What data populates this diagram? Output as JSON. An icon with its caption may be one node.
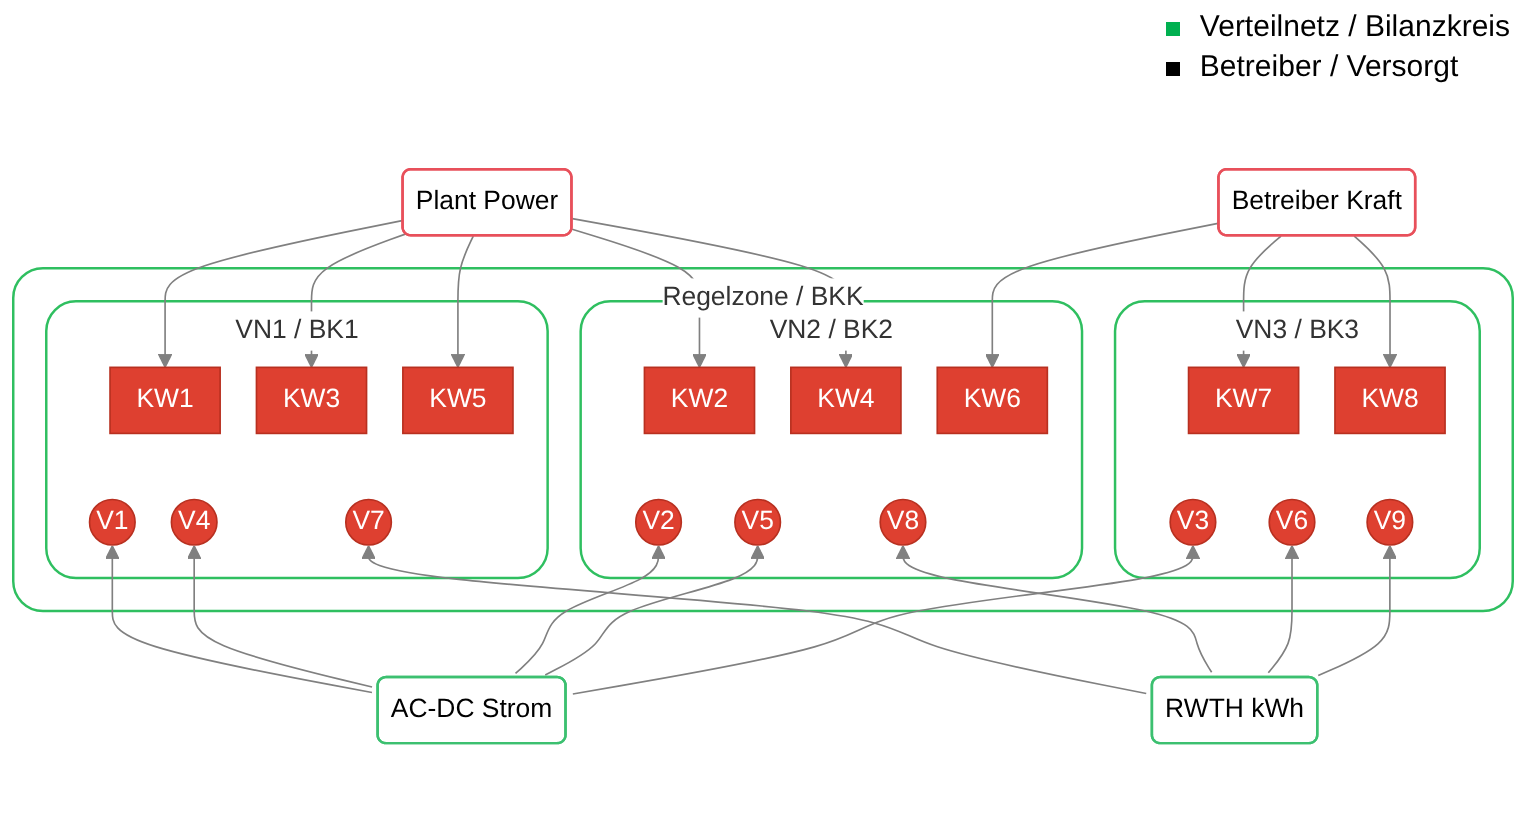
{
  "diagram": {
    "nodes": [
      {
        "text": [
          "Plant Power"
        ]
      },
      {
        "text": [
          "Betreiber Kraft"
        ]
      },
      {
        "text": [
          "Regelzone / BKK"
        ]
      },
      {
        "text": [
          "VN1 / BK1"
        ],
        "in": 2
      },
      {
        "text": [
          "VN2 / BK2"
        ],
        "in": 2
      },
      {
        "text": [
          "VN3 / BK3"
        ],
        "in": 2
      },
      {
        "text": [
          "KW1"
        ],
        "in": 3
      },
      {
        "text": [
          "KW3"
        ],
        "in": 3
      },
      {
        "text": [
          "KW5"
        ],
        "in": 3
      },
      {
        "text": [
          "V1"
        ],
        "in": 3
      },
      {
        "text": [
          "V4"
        ],
        "in": 3
      },
      {
        "text": [
          "V7"
        ],
        "in": 3
      },
      {
        "text": [
          "KW2"
        ],
        "in": 4
      },
      {
        "text": [
          "KW4"
        ],
        "in": 4
      },
      {
        "text": [
          "KW6"
        ],
        "in": 4
      },
      {
        "text": [
          "V2"
        ],
        "in": 4
      },
      {
        "text": [
          "V5"
        ],
        "in": 4
      },
      {
        "text": [
          "V8"
        ],
        "in": 4
      },
      {
        "text": [
          "KW7"
        ],
        "in": 5
      },
      {
        "text": [
          "KW8"
        ],
        "in": 5
      },
      {
        "text": [
          "V3"
        ],
        "in": 5
      },
      {
        "text": [
          "V6"
        ],
        "in": 5
      },
      {
        "text": [
          "V9"
        ],
        "in": 5
      },
      {
        "text": [
          "AC-DC Strom"
        ]
      },
      {
        "text": [
          "RWTH kWh"
        ]
      }
    ],
    "edges": [
      {
        "from": 0,
        "to": 6,
        "arrow": "to"
      },
      {
        "from": 0,
        "to": 7,
        "arrow": "to"
      },
      {
        "from": 0,
        "to": 8,
        "arrow": "to"
      },
      {
        "from": 0,
        "to": 12,
        "arrow": "to"
      },
      {
        "from": 0,
        "to": 13,
        "arrow": "to"
      },
      {
        "from": 1,
        "to": 14,
        "arrow": "to"
      },
      {
        "from": 1,
        "to": 18,
        "arrow": "to"
      },
      {
        "from": 1,
        "to": 19,
        "arrow": "to"
      },
      {
        "from": 23,
        "to": 9,
        "arrow": "to"
      },
      {
        "from": 23,
        "to": 10,
        "arrow": "to"
      },
      {
        "from": 23,
        "to": 15,
        "arrow": "to"
      },
      {
        "from": 23,
        "to": 16,
        "arrow": "to"
      },
      {
        "from": 23,
        "to": 20,
        "arrow": "to"
      },
      {
        "from": 24,
        "to": 11,
        "arrow": "to"
      },
      {
        "from": 24,
        "to": 17,
        "arrow": "to"
      },
      {
        "from": 24,
        "to": 21,
        "arrow": "to"
      },
      {
        "from": 24,
        "to": 22,
        "arrow": "to"
      }
    ],
    "legend": [
      {
        "text": "Verteilnetz / Bilanzkreis",
        "color": "#00b050"
      },
      {
        "text": "Betreiber / Versorgt",
        "color": "#000000"
      }
    ]
  }
}
